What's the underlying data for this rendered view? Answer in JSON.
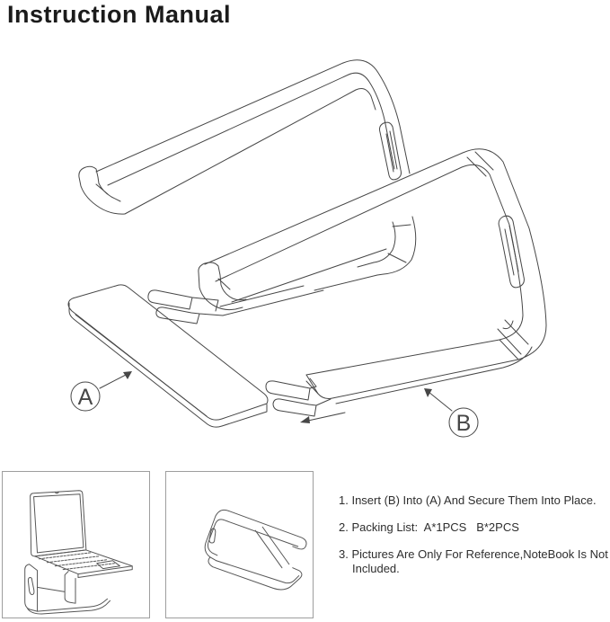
{
  "page": {
    "title": "Instruction Manual"
  },
  "diagram": {
    "part_labels": {
      "a": "A",
      "b": "B"
    }
  },
  "instructions": {
    "items": [
      "1. Insert (B) Into (A) And Secure Them Into Place.",
      "2. Packing List:  A*1PCS   B*2PCS",
      "3. Pictures Are Only For Reference,NoteBook Is Not Included."
    ]
  },
  "colors": {
    "line": "#474747",
    "text": "#2e2e2e",
    "title": "#1b1b1b",
    "box_border": "#9e9e9e",
    "background": "#ffffff"
  }
}
